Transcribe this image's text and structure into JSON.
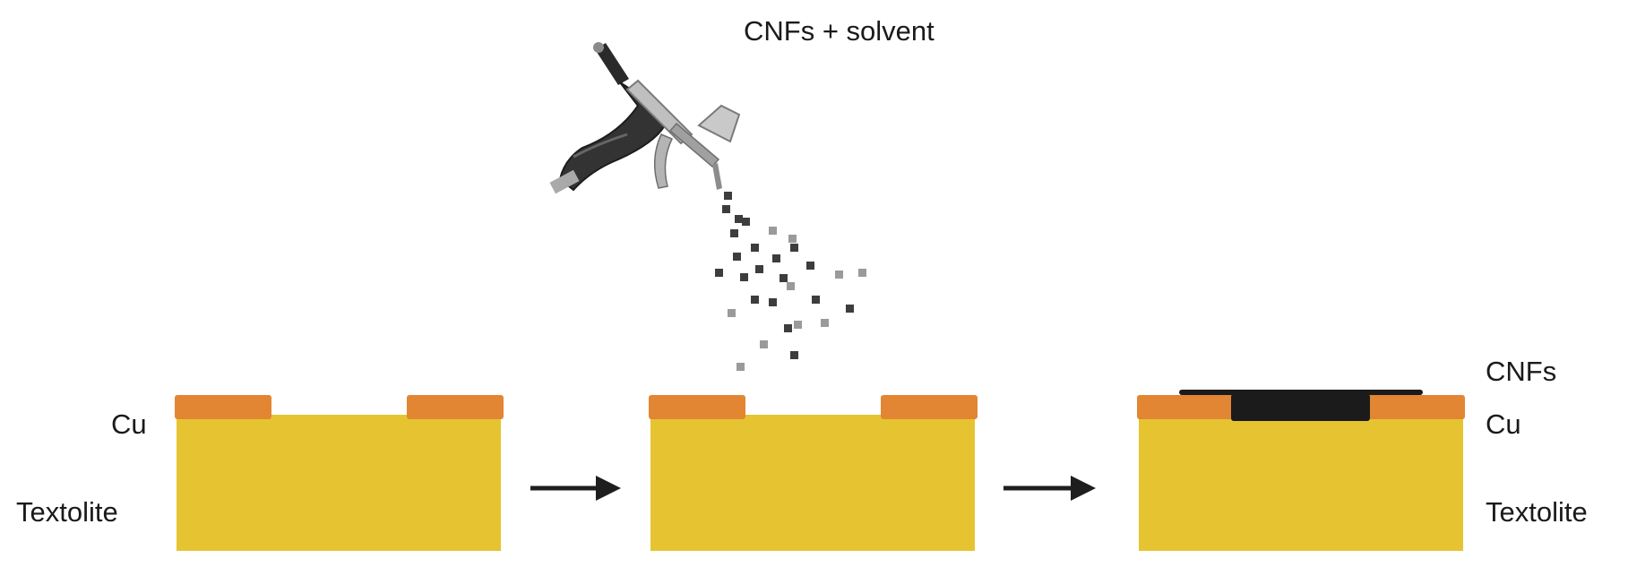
{
  "spray_label": "CNFs + solvent",
  "panel1": {
    "cu_label": "Cu",
    "substrate_label": "Textolite"
  },
  "panel3": {
    "cnfs_label": "CNFs",
    "cu_label": "Cu",
    "substrate_label": "Textolite"
  },
  "colors": {
    "substrate": "#e6c431",
    "copper": "#e28633",
    "cnf_film": "#1b1b1b",
    "arrow": "#1e1e1e"
  },
  "icons": [
    "airbrush-icon",
    "arrow-right-icon"
  ]
}
